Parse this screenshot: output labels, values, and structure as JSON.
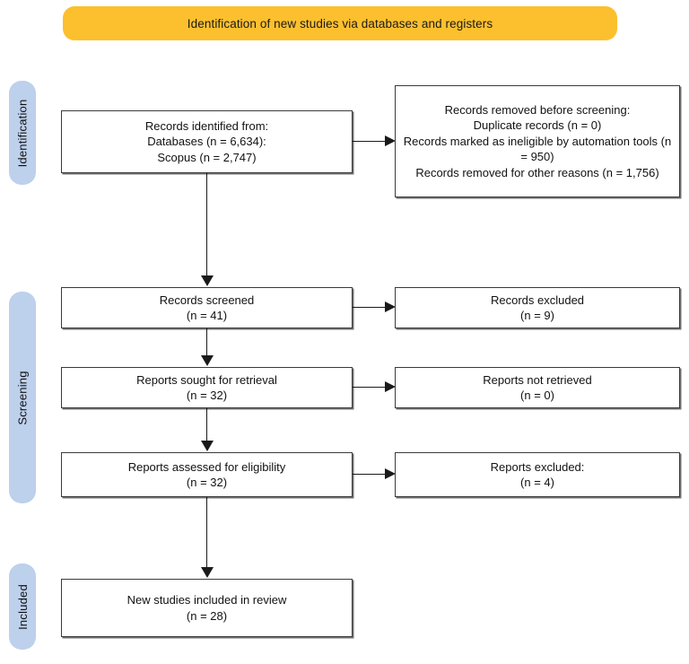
{
  "banner": {
    "title": "Identification of new studies via databases and registers",
    "color": "#fcc02e"
  },
  "stages": {
    "identification": {
      "label": "Identification",
      "color": "#bdd0ec"
    },
    "screening": {
      "label": "Screening",
      "color": "#bdd0ec"
    },
    "included": {
      "label": "Included",
      "color": "#bdd0ec"
    }
  },
  "nodes": {
    "identified": {
      "text": "Records identified from:\nDatabases (n = 6,634):\nScopus (n = 2,747)"
    },
    "removed": {
      "text": "Records removed before screening:\nDuplicate records (n = 0)\nRecords marked as ineligible by automation tools (n = 950)\nRecords removed for other reasons (n = 1,756)"
    },
    "screened": {
      "text": "Records screened\n(n = 41)"
    },
    "excluded": {
      "text": "Records excluded\n(n = 9)"
    },
    "sought": {
      "text": "Reports sought for retrieval\n(n = 32)"
    },
    "not_retrieved": {
      "text": "Reports not retrieved\n(n = 0)"
    },
    "assessed": {
      "text": "Reports assessed for eligibility\n(n = 32)"
    },
    "reports_excluded": {
      "text": "Reports excluded:\n(n = 4)"
    },
    "included_studies": {
      "text": "New studies included in review\n(n = 28)"
    }
  },
  "chart_data": {
    "type": "diagram",
    "title": "Identification of new studies via databases and registers",
    "stages": [
      "Identification",
      "Screening",
      "Included"
    ],
    "flow": [
      {
        "id": "identified",
        "stage": "Identification",
        "label": "Records identified from",
        "counts": {
          "Databases": 6634,
          "Scopus": 2747
        }
      },
      {
        "id": "removed",
        "stage": "Identification",
        "label": "Records removed before screening",
        "counts": {
          "Duplicate records": 0,
          "Records marked as ineligible by automation tools": 950,
          "Records removed for other reasons": 1756
        }
      },
      {
        "id": "screened",
        "stage": "Screening",
        "label": "Records screened",
        "n": 41
      },
      {
        "id": "excluded",
        "stage": "Screening",
        "label": "Records excluded",
        "n": 9
      },
      {
        "id": "sought",
        "stage": "Screening",
        "label": "Reports sought for retrieval",
        "n": 32
      },
      {
        "id": "not_retrieved",
        "stage": "Screening",
        "label": "Reports not retrieved",
        "n": 0
      },
      {
        "id": "assessed",
        "stage": "Screening",
        "label": "Reports assessed for eligibility",
        "n": 32
      },
      {
        "id": "reports_excluded",
        "stage": "Screening",
        "label": "Reports excluded",
        "n": 4
      },
      {
        "id": "included_studies",
        "stage": "Included",
        "label": "New studies included in review",
        "n": 28
      }
    ],
    "edges": [
      {
        "from": "identified",
        "to": "removed",
        "direction": "right"
      },
      {
        "from": "identified",
        "to": "screened",
        "direction": "down"
      },
      {
        "from": "screened",
        "to": "excluded",
        "direction": "right"
      },
      {
        "from": "screened",
        "to": "sought",
        "direction": "down"
      },
      {
        "from": "sought",
        "to": "not_retrieved",
        "direction": "right"
      },
      {
        "from": "sought",
        "to": "assessed",
        "direction": "down"
      },
      {
        "from": "assessed",
        "to": "reports_excluded",
        "direction": "right"
      },
      {
        "from": "assessed",
        "to": "included_studies",
        "direction": "down"
      }
    ]
  }
}
